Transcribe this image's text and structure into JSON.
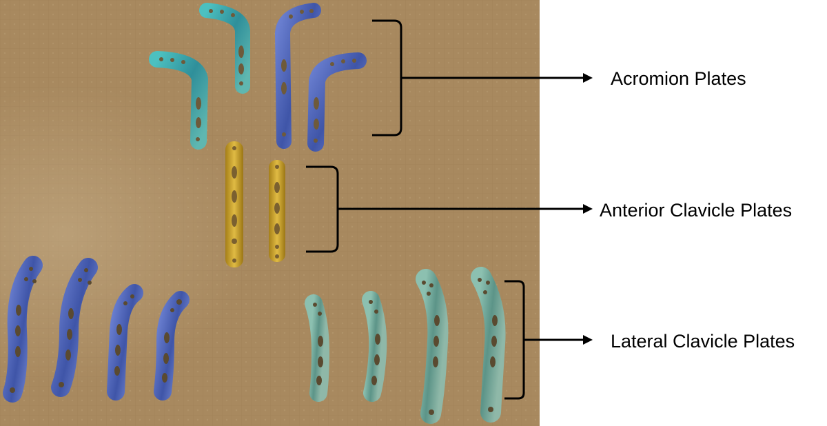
{
  "labels": {
    "acromion": "Acromion Plates",
    "anterior": "Anterior Clavicle Plates",
    "lateral": "Lateral Clavicle Plates"
  },
  "colors": {
    "background": "#a8885d",
    "teal_plate": "#3e9ea0",
    "blue_plate": "#4a62b2",
    "gold_plate": "#c69f2a",
    "green_plate": "#6ea096",
    "annotation": "#000000"
  }
}
